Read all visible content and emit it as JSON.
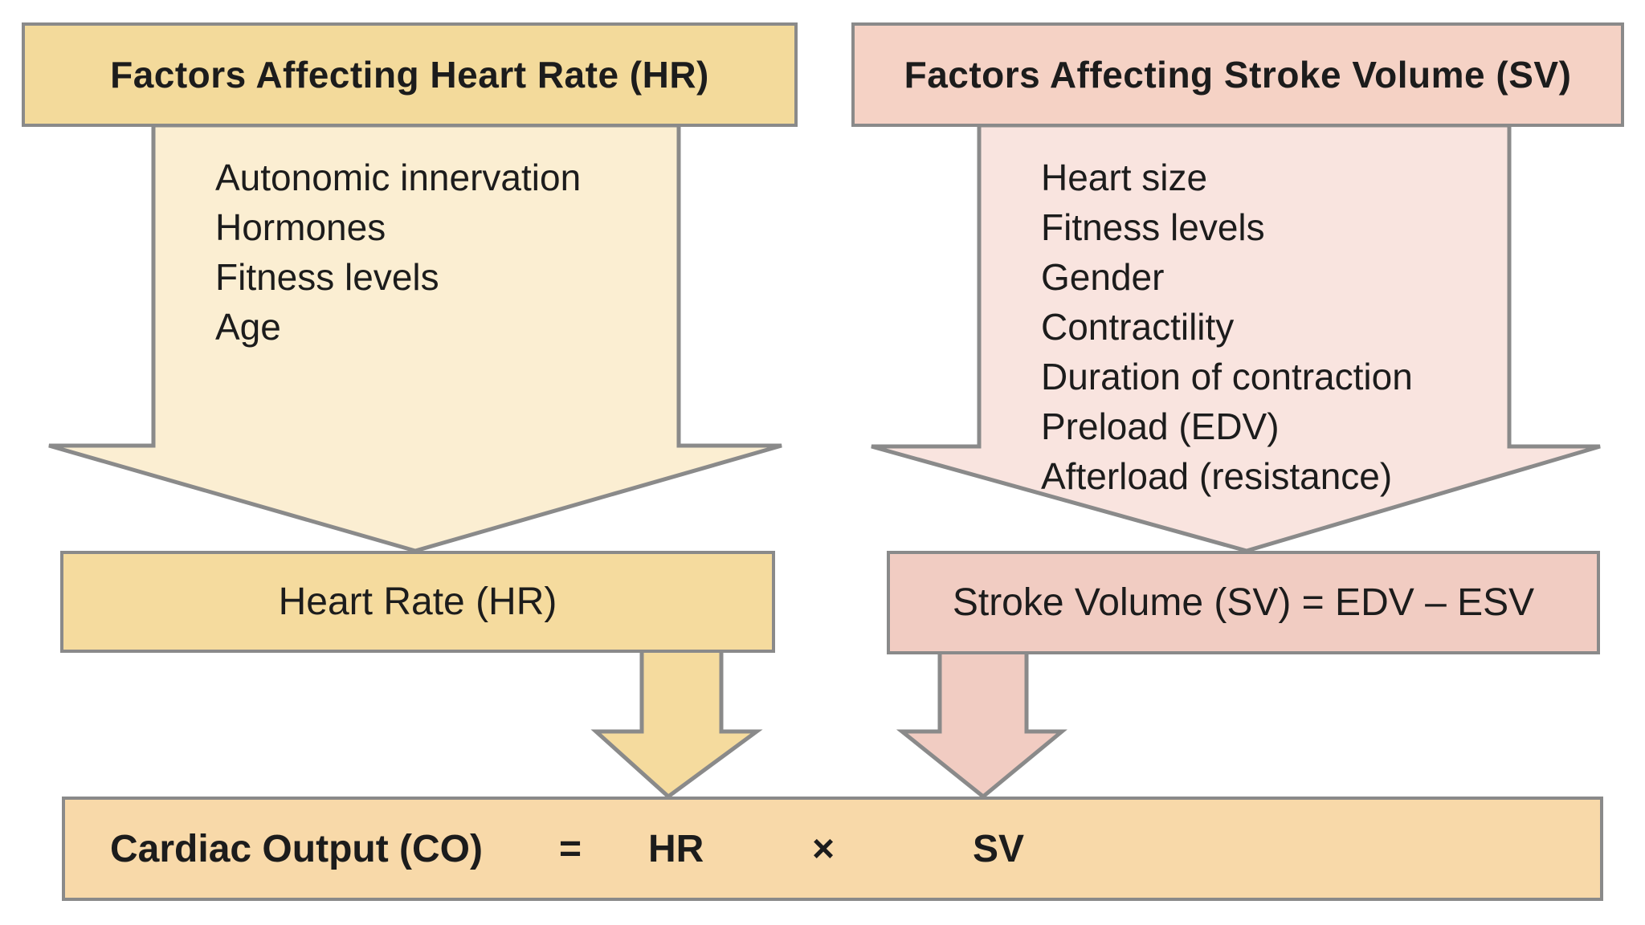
{
  "title": "Factors affecting cardiac output diagram",
  "colors": {
    "background": "#ffffff",
    "border_gray": "#8a8a8a",
    "text_dark": "#1c1c1c",
    "hr_header_fill": "#f3da9b",
    "hr_arrow_fill": "#fbeed2",
    "hr_box_fill": "#f5db9e",
    "sv_header_fill": "#f5d2c5",
    "sv_arrow_fill": "#f9e4df",
    "sv_box_fill": "#f1ccc2",
    "co_box_fill": "#f8d9a9"
  },
  "hr_column": {
    "header": "Factors Affecting Heart Rate (HR)",
    "factors": [
      "Autonomic innervation",
      "Hormones",
      "Fitness levels",
      "Age"
    ],
    "result_label": "Heart Rate (HR)"
  },
  "sv_column": {
    "header": "Factors Affecting Stroke Volume (SV)",
    "factors": [
      "Heart size",
      "Fitness levels",
      "Gender",
      "Contractility",
      "Duration of contraction",
      "Preload (EDV)",
      "Afterload (resistance)"
    ],
    "result_label": "Stroke Volume (SV) = EDV – ESV"
  },
  "equation": {
    "label": "Cardiac Output (CO)",
    "equals": "=",
    "hr_term": "HR",
    "times": "×",
    "sv_term": "SV"
  }
}
